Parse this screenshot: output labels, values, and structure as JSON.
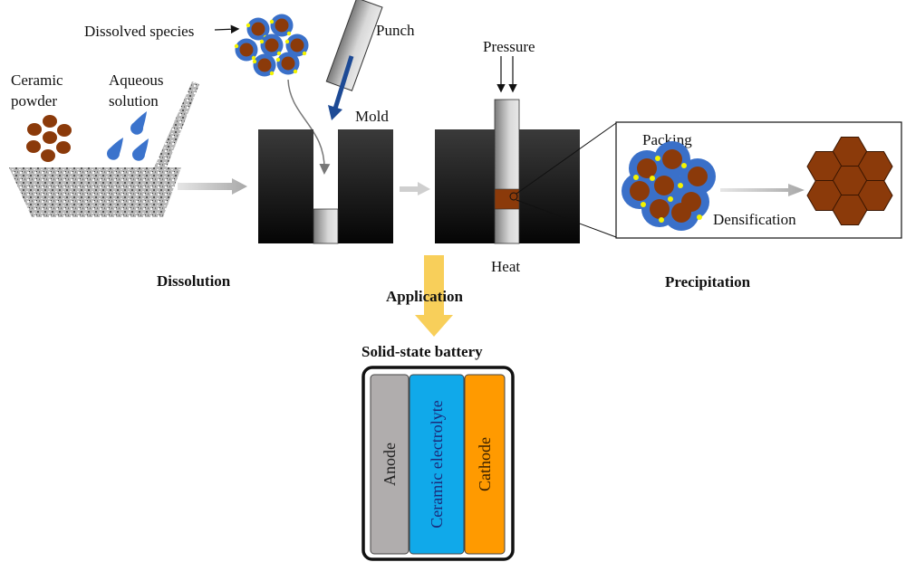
{
  "labels": {
    "dissolved_species": "Dissolved species",
    "punch": "Punch",
    "ceramic_powder_line1": "Ceramic",
    "ceramic_powder_line2": "powder",
    "aqueous_line1": "Aqueous",
    "aqueous_line2": "solution",
    "mold": "Mold",
    "pressure": "Pressure",
    "packing": "Packing",
    "densification": "Densification",
    "heat": "Heat",
    "dissolution": "Dissolution",
    "application": "Application",
    "precipitation": "Precipitation",
    "battery_title": "Solid-state battery"
  },
  "battery": {
    "layers": [
      {
        "name": "Anode",
        "color": "#b0adad",
        "text_color": "#222222"
      },
      {
        "name": "Ceramic electrolyte",
        "color": "#10a9ea",
        "text_color": "#1b2a7a"
      },
      {
        "name": "Cathode",
        "color": "#ff9a00",
        "text_color": "#3a2000"
      }
    ]
  },
  "colors": {
    "particle": "#8b3a0a",
    "shell": "#3a70c9",
    "dot": "#f4f400",
    "mold": "#111111",
    "arrow_gray": "#bdbdbd",
    "arrow_yellow": "#f8cf5a",
    "punch_arrow": "#1d4a95"
  }
}
